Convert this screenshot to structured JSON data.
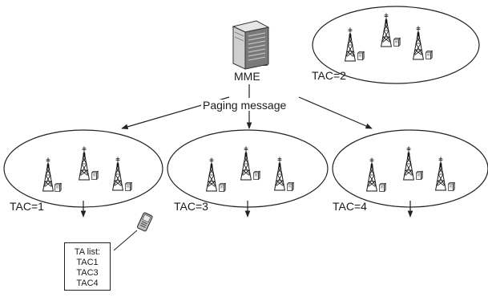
{
  "mme": {
    "label": "MME"
  },
  "paging": {
    "label": "Paging message"
  },
  "tracking_areas": [
    {
      "id": "ta-1",
      "label": "TAC=1"
    },
    {
      "id": "ta-2",
      "label": "TAC=2"
    },
    {
      "id": "ta-3",
      "label": "TAC=3"
    },
    {
      "id": "ta-4",
      "label": "TAC=4"
    }
  ],
  "ta_list": {
    "title": "TA list:",
    "items": [
      "TAC1",
      "TAC3",
      "TAC4"
    ]
  }
}
